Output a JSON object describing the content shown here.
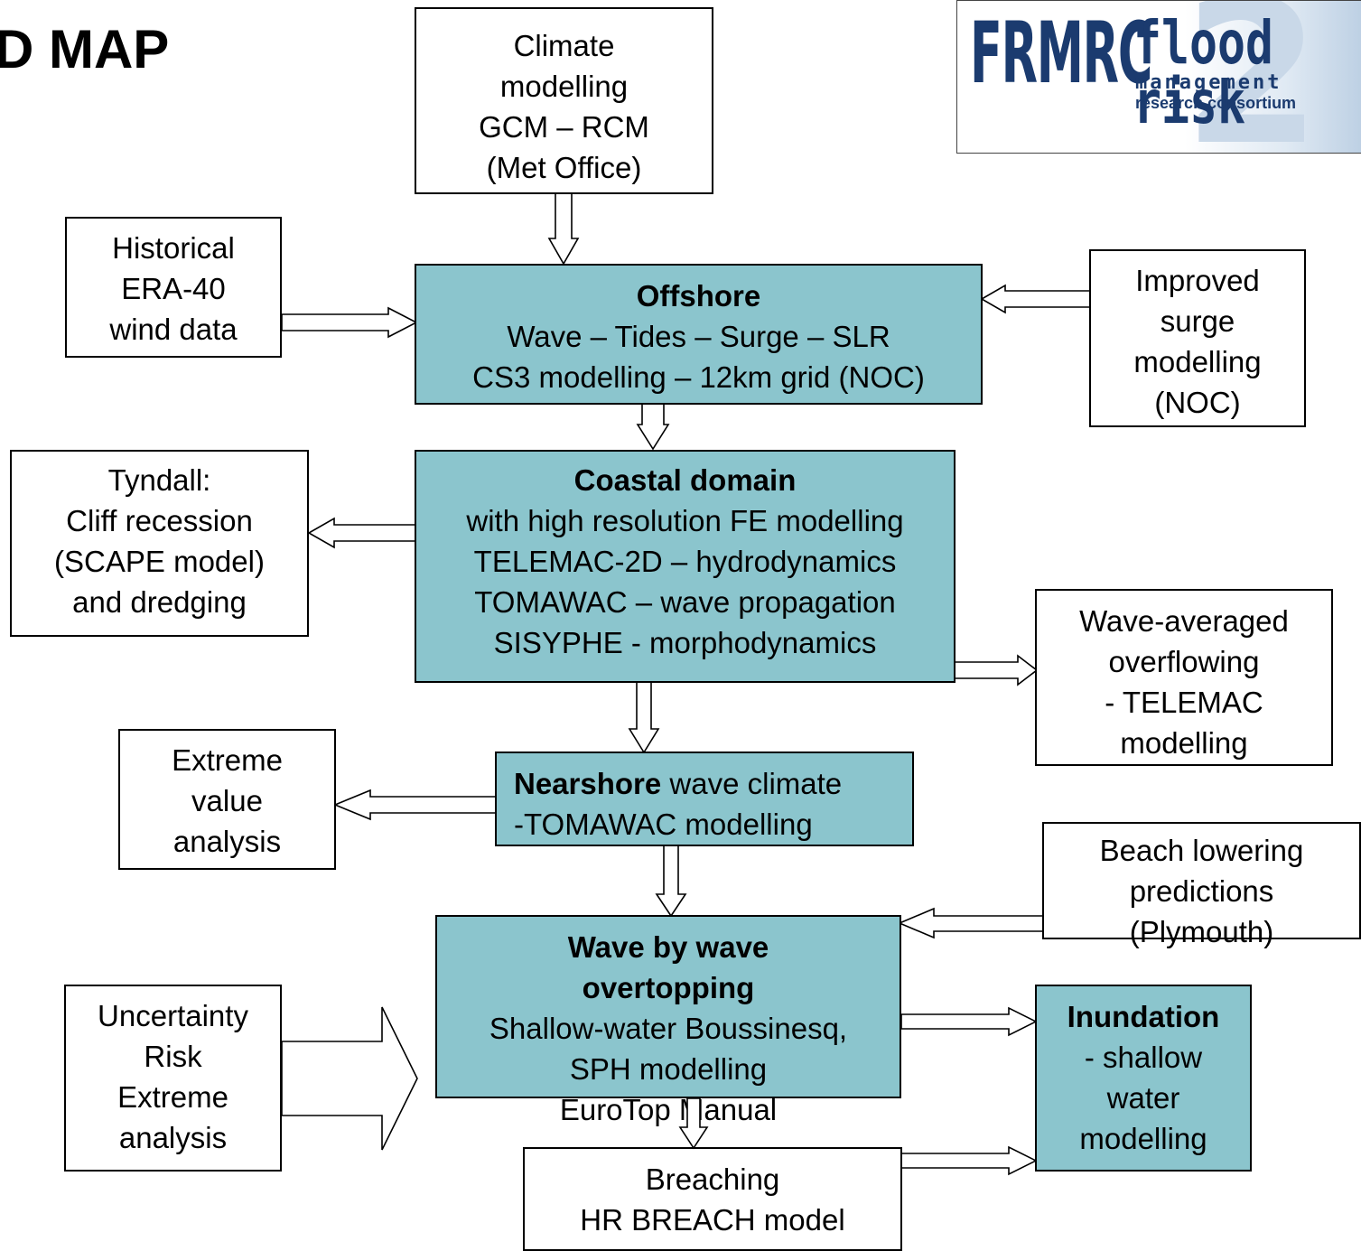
{
  "title": "D MAP",
  "logo": {
    "frmrc": "FRMRC",
    "flood_risk": "flood risk",
    "management": "management",
    "consortium": "research consortium",
    "phase": "2"
  },
  "nodes": {
    "climate": {
      "lines": [
        "Climate",
        "modelling",
        "GCM – RCM",
        "(Met Office)"
      ]
    },
    "historical": {
      "lines": [
        "Historical",
        "ERA-40",
        "wind data"
      ]
    },
    "offshore": {
      "heading": "Offshore",
      "lines": [
        "Wave – Tides – Surge – SLR",
        "CS3 modelling – 12km grid (NOC)"
      ]
    },
    "surge": {
      "lines": [
        "Improved",
        "surge",
        "modelling",
        "(NOC)"
      ]
    },
    "tyndall": {
      "lines": [
        "Tyndall:",
        "Cliff recession",
        "(SCAPE model)",
        "and dredging"
      ]
    },
    "coastal": {
      "heading": "Coastal domain",
      "lines": [
        "with high resolution FE modelling",
        "TELEMAC-2D – hydrodynamics",
        "TOMAWAC – wave propagation",
        "SISYPHE - morphodynamics"
      ]
    },
    "wave_avg": {
      "lines": [
        "Wave-averaged",
        "overflowing",
        "- TELEMAC",
        "modelling"
      ]
    },
    "extreme": {
      "lines": [
        "Extreme",
        "value",
        "analysis"
      ]
    },
    "nearshore": {
      "heading": "Nearshore",
      "heading_rest": " wave climate",
      "lines": [
        "-TOMAWAC modelling"
      ]
    },
    "beach": {
      "lines": [
        "Beach lowering",
        "predictions",
        "(Plymouth)"
      ]
    },
    "wave_by_wave": {
      "heading": [
        "Wave by wave",
        "overtopping"
      ],
      "lines": [
        "Shallow-water Boussinesq,",
        "SPH modelling",
        "EuroTop Manual"
      ]
    },
    "uncertainty": {
      "lines": [
        "Uncertainty",
        "Risk",
        "Extreme",
        "analysis"
      ]
    },
    "inundation": {
      "heading": "Inundation",
      "lines": [
        "- shallow",
        "water",
        "modelling"
      ]
    },
    "breaching": {
      "lines": [
        "Breaching",
        "HR BREACH model"
      ]
    }
  },
  "colors": {
    "process_fill": "#8bc5cd",
    "border": "#000000",
    "logo_navy": "#1b3b6f"
  }
}
